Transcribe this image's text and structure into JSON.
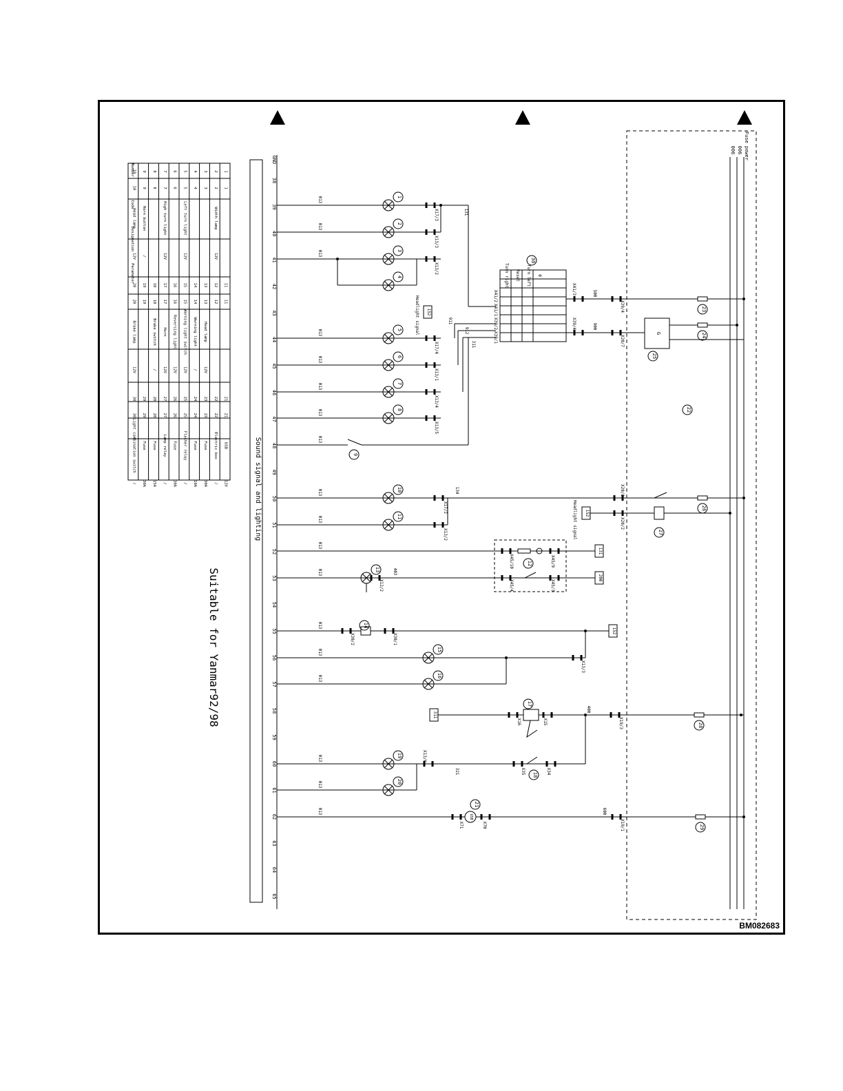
{
  "drawing_code": "BM082683",
  "title": "Suitable for Yanmar92/98",
  "subtitle": "Sound signal and lighting",
  "bus_labels": [
    "GND",
    "006",
    "Fuse power"
  ],
  "line_numbers": [
    "38",
    "39",
    "40",
    "41",
    "42",
    "43",
    "44",
    "45",
    "46",
    "47",
    "48",
    "49",
    "50",
    "51",
    "52",
    "53",
    "54",
    "55",
    "56",
    "57",
    "58",
    "59",
    "60",
    "61",
    "62",
    "63",
    "64",
    "65"
  ],
  "wire_labels": {
    "ground": "013",
    "w131": "131",
    "w500": "500",
    "w900": "900",
    "w134": "134",
    "w400": "400",
    "w321": "321",
    "w600": "600",
    "w403": "403",
    "w311": "311",
    "w911": "911",
    "w912": "912"
  },
  "signal_labels": {
    "headlight": "Headlight signal",
    "usb": "USB",
    "g": "G"
  },
  "references": {
    "r131": "131",
    "r200": "200",
    "r152": "152",
    "r311": "311"
  },
  "connectors": [
    "X17/3",
    "X13/3",
    "X13/2",
    "X17/4",
    "X13/1",
    "X13/4",
    "X13/5",
    "X17/2",
    "X13/2",
    "X12/2",
    "X30/1",
    "X30/2",
    "X13/3",
    "X16",
    "X15",
    "X13/6",
    "X35",
    "X34",
    "X71",
    "X70",
    "X41/2",
    "X41/1",
    "X39/2",
    "X39/1",
    "X41/3",
    "X39/4",
    "X39/4",
    "X20/7",
    "X20/8",
    "X20/2",
    "X19/3",
    "X19/1",
    "X45/10",
    "X45/9",
    "X45/4",
    "X45/3"
  ],
  "switch_rows": [
    "Turn right",
    "Reset",
    "Turn left",
    "0"
  ],
  "table": {
    "headers": [
      "Number",
      "Code",
      "Designation",
      "Parameter"
    ],
    "rows": [
      [
        "1",
        "1",
        "",
        ""
      ],
      [
        "2",
        "2",
        "Width lamp",
        "12V"
      ],
      [
        "3",
        "3",
        "",
        ""
      ],
      [
        "4",
        "4",
        "",
        ""
      ],
      [
        "5",
        "5",
        "Left turn light",
        "12V"
      ],
      [
        "6",
        "6",
        "",
        ""
      ],
      [
        "7",
        "7",
        "High turn light",
        "12V"
      ],
      [
        "8",
        "8",
        "",
        ""
      ],
      [
        "9",
        "9",
        "Horn button",
        "/"
      ],
      [
        "10",
        "10",
        "Head lamp",
        "12V"
      ],
      [
        "11",
        "11",
        "",
        ""
      ],
      [
        "12",
        "12",
        "",
        ""
      ],
      [
        "13",
        "13",
        "Head lamp",
        "12V"
      ],
      [
        "14",
        "14",
        "Warning light",
        "/"
      ],
      [
        "15",
        "15",
        "Warning light switch",
        "12V"
      ],
      [
        "16",
        "16",
        "Reversing light",
        "12V"
      ],
      [
        "17",
        "17",
        "Horn",
        "12V"
      ],
      [
        "18",
        "18",
        "Brake switch",
        "/"
      ],
      [
        "19",
        "19",
        "",
        ""
      ],
      [
        "20",
        "20",
        "Brake lamp",
        "12V"
      ],
      [
        "21",
        "21",
        "USB",
        "12V"
      ],
      [
        "22",
        "22",
        "Electric box",
        "/"
      ],
      [
        "23",
        "23",
        "Fuse",
        "30A"
      ],
      [
        "24",
        "24",
        "Fuse",
        "10A"
      ],
      [
        "25",
        "25",
        "Flasher relay",
        "/"
      ],
      [
        "26",
        "26",
        "Fuse",
        "30A"
      ],
      [
        "27",
        "27",
        "Lamp relay",
        "/"
      ],
      [
        "28",
        "28",
        "Fuse",
        "15A"
      ],
      [
        "29",
        "29",
        "Fuse",
        "30A"
      ],
      [
        "30",
        "30",
        "Light combination switch",
        "/"
      ]
    ]
  }
}
